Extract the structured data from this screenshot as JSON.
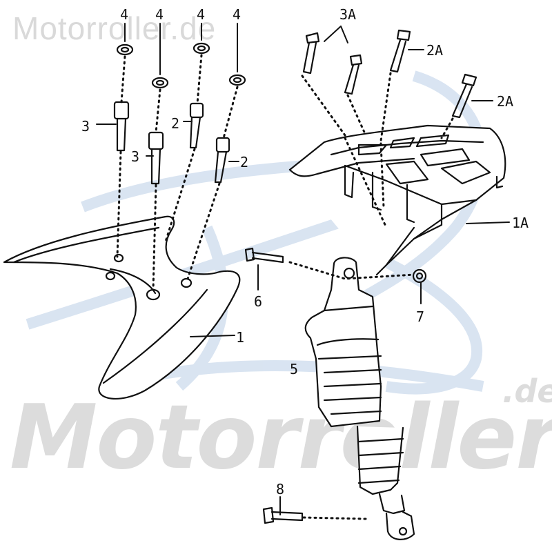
{
  "watermark": {
    "top_text": "Motorroller.de",
    "big_text": "Motorroller",
    "suffix": ".de",
    "swoosh_color": "#c9d9ec",
    "text_color": "#d9d9d9"
  },
  "callouts": {
    "c1": "1",
    "c1a": "1A",
    "c2a": "2",
    "c2b": "2",
    "c2Aa": "2A",
    "c2Ab": "2A",
    "c3a": "3",
    "c3b": "3",
    "c3A": "3A",
    "c4a": "4",
    "c4b": "4",
    "c4c": "4",
    "c4d": "4",
    "c5": "5",
    "c6": "6",
    "c7": "7",
    "c8": "8"
  },
  "line_color": "#111111"
}
